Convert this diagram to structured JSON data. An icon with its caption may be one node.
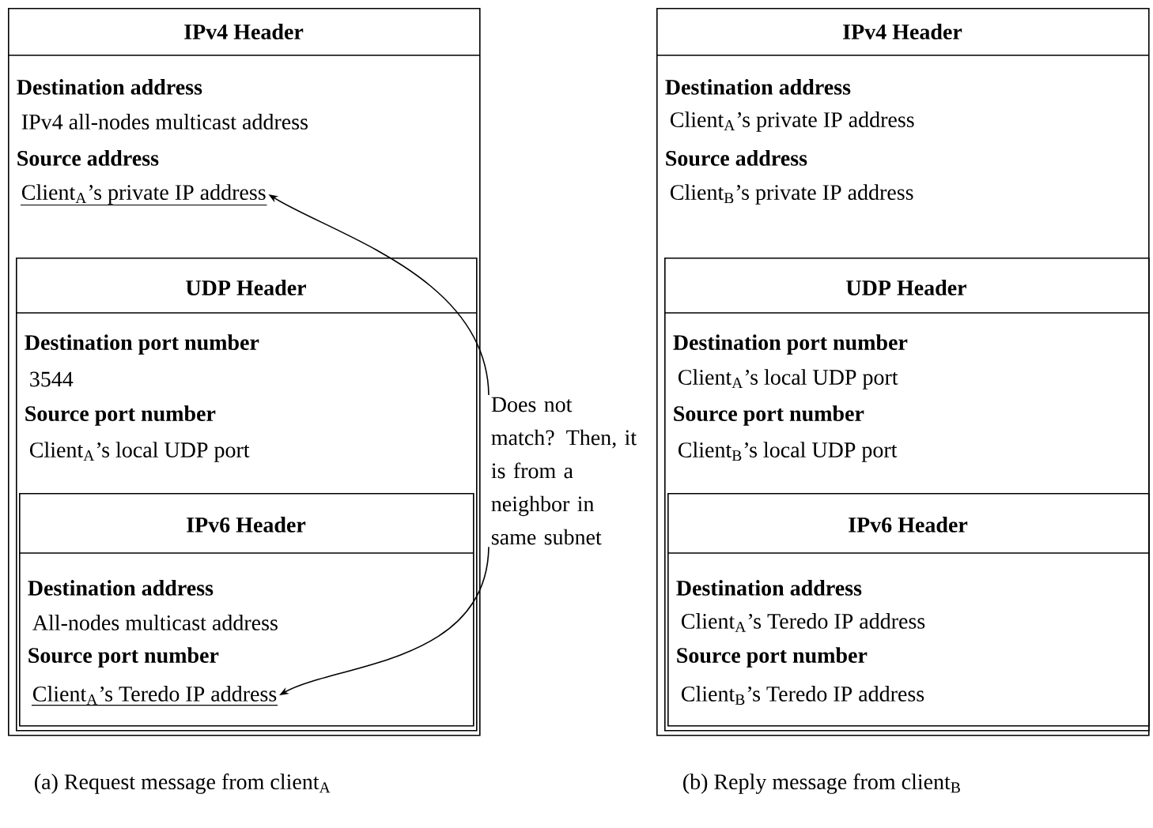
{
  "diagram": {
    "nodes": [
      {
        "text": [
          "IPv4 Header",
          "Destination address",
          "IPv4 all-nodes multicast address",
          "Source address"
        ]
      },
      {
        "text": [
          "Client$_{A}$’s private IP address"
        ],
        "in": 0
      },
      {
        "text": [
          "UDP Header",
          "Destination port number",
          "3544",
          "Source port number",
          "Client$_{A}$’s local UDP port"
        ],
        "in": 0
      },
      {
        "text": [
          "IPv6 Header",
          "Destination address",
          "All-nodes multicast address",
          "Source port number"
        ],
        "in": 2
      },
      {
        "text": [
          "Client$_{A}$’s Teredo IP address"
        ],
        "in": 3
      },
      {
        "text": [
          "Does not match? Then, it is from a neighbor in same subnet"
        ]
      },
      {
        "text": [
          "IPv4 Header",
          "Destination address",
          "Client$_{A}$’s private IP address",
          "Source address",
          "Client$_{B}$’s private IP address"
        ]
      },
      {
        "text": [
          "UDP Header",
          "Destination port number",
          "Client$_{A}$’s local UDP port",
          "Source port number",
          "Client$_{B}$’s local UDP port"
        ],
        "in": 6
      },
      {
        "text": [
          "IPv6 Header",
          "Destination address",
          "Client$_{A}$’s Teredo IP address",
          "Source port number",
          "Client$_{B}$’s Teredo IP address"
        ],
        "in": 7
      }
    ],
    "edges": [
      {
        "from": 5,
        "to": 1,
        "arrow": "to"
      },
      {
        "from": 5,
        "to": 4,
        "arrow": "to"
      }
    ],
    "labels": [
      "(a) Request message from client$_{A}$",
      "(b) Reply message from client$_{B}$"
    ]
  }
}
